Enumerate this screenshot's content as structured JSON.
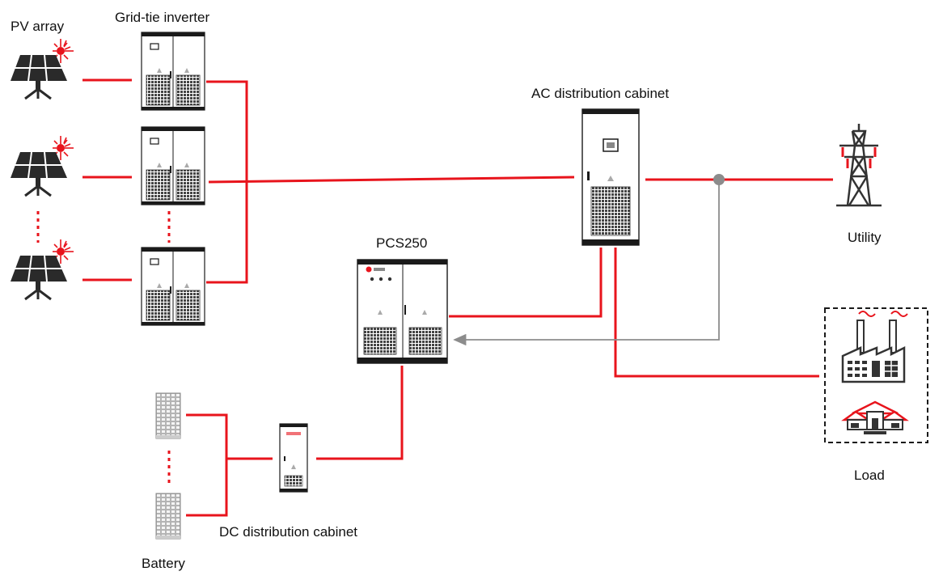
{
  "labels": {
    "pv_array": "PV array",
    "grid_tie_inverter": "Grid-tie inverter",
    "ac_distribution_cabinet": "AC distribution cabinet",
    "utility": "Utility",
    "pcs250": "PCS250",
    "load": "Load",
    "dc_distribution_cabinet": "DC distribution cabinet",
    "battery": "Battery"
  },
  "colors": {
    "power_line": "#e8141c",
    "signal_line": "#8c8c8c",
    "equipment": "#1a1a1a"
  },
  "icons": [
    "solar-panel-icon",
    "inverter-cabinet-icon",
    "ac-cabinet-icon",
    "transmission-tower-icon",
    "pcs-cabinet-icon",
    "factory-icon",
    "house-icon",
    "battery-rack-icon",
    "dc-cabinet-icon"
  ]
}
